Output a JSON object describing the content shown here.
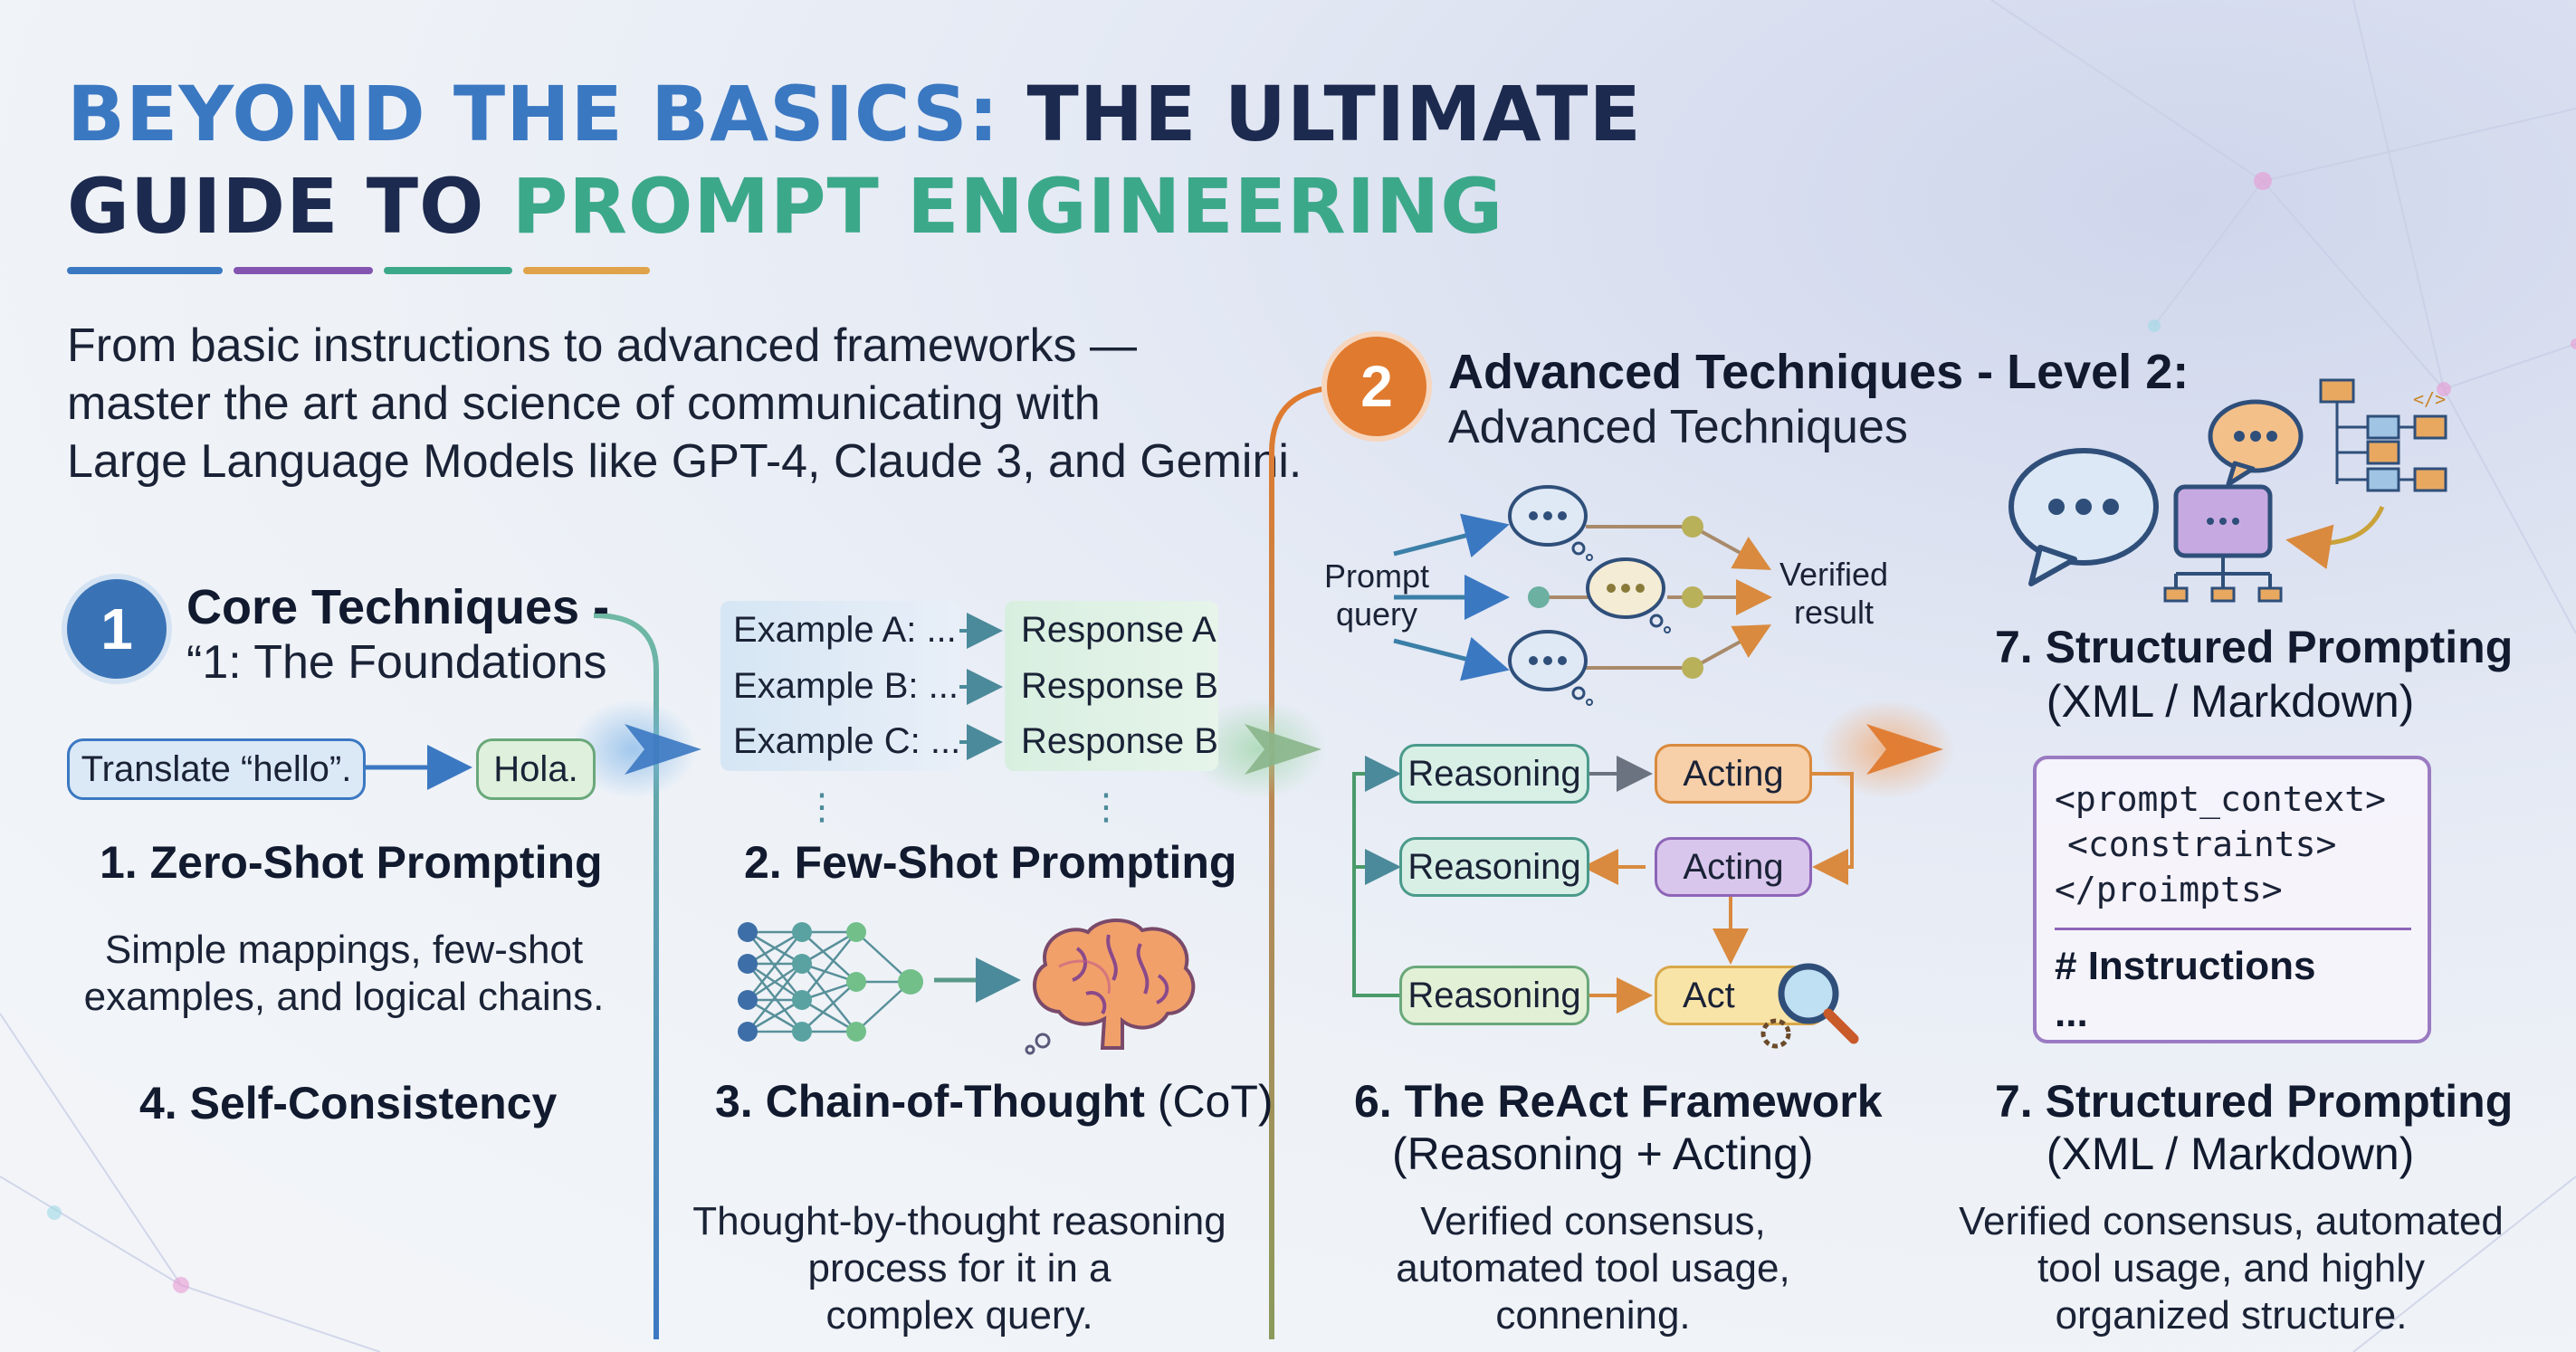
{
  "title": {
    "line1_part1": "BEYOND THE BASICS:",
    "line1_part2": "THE ULTIMATE",
    "line2_part1": "GUIDE TO",
    "line2_part2": "PROMPT ENGINEERING"
  },
  "subtitle": {
    "line1": "From basic instructions to advanced frameworks —",
    "line2": "master the art and science of communicating with",
    "line3": "Large Language Models like GPT-4, Claude 3, and Gemini."
  },
  "section1": {
    "badge": "1",
    "title": "Core Techniques -",
    "subtitle": "“1: The Foundations"
  },
  "section2": {
    "badge": "2",
    "title": "Advanced Techniques - Level 2:",
    "subtitle": "Advanced Techniques"
  },
  "zero_shot": {
    "input": "Translate “hello”.",
    "output": "Hola.",
    "heading": "1. Zero-Shot Prompting",
    "desc_line1": "Simple mappings, few-shot",
    "desc_line2": "examples, and logical chains.",
    "self_consistency": "4. Self-Consistency"
  },
  "few_shot": {
    "examples": [
      "Example A: ...",
      "Example B: ...",
      "Example C: ..."
    ],
    "responses": [
      "Response A",
      "Response B",
      "Response B"
    ],
    "heading": "2. Few-Shot Prompting"
  },
  "cot": {
    "heading_bold": "3. Chain-of-Thought",
    "heading_normal": "(CoT)",
    "desc_line1": "Thought-by-thought reasoning",
    "desc_line2": "process for it in a",
    "desc_line3": "complex query."
  },
  "self_consistency_diagram": {
    "prompt_line1": "Prompt",
    "prompt_line2": "query",
    "result_line1": "Verified",
    "result_line2": "result"
  },
  "react": {
    "rows": [
      {
        "reasoning": "Reasoning",
        "acting": "Acting"
      },
      {
        "reasoning": "Reasoning",
        "acting": "Acting"
      },
      {
        "reasoning": "Reasoning",
        "acting": "Act"
      }
    ],
    "heading_line1": "6. The ReAct Framework",
    "heading_line2": "(Reasoning + Acting)",
    "desc_line1": "Verified consensus,",
    "desc_line2": "automated tool usage,",
    "desc_line3": "connening."
  },
  "structured": {
    "top_heading_line1": "7. Structured Prompting",
    "top_heading_line2": "(XML / Markdown)",
    "code_lines": [
      "<prompt_context>",
      " <constraints>",
      "</proimpts>"
    ],
    "code_heading": "# Instructions",
    "code_ellipsis": "...",
    "heading_line1": "7. Structured Prompting",
    "heading_line2": "(XML / Markdown)",
    "desc_line1": "Verified consensus, automated",
    "desc_line2": "tool usage, and highly",
    "desc_line3": "organized structure."
  },
  "icons": {
    "neural_net": "neural-network-icon",
    "brain": "brain-icon",
    "speech": "speech-bubble-icon",
    "magnifier": "magnifier-icon",
    "hierarchy": "hierarchy-icon"
  },
  "colors": {
    "blue": "#3b78c2",
    "purple": "#8455b0",
    "navy": "#1d2a4f",
    "green": "#3ca88a",
    "orange": "#e07a2e",
    "teal": "#3f9b8c"
  }
}
